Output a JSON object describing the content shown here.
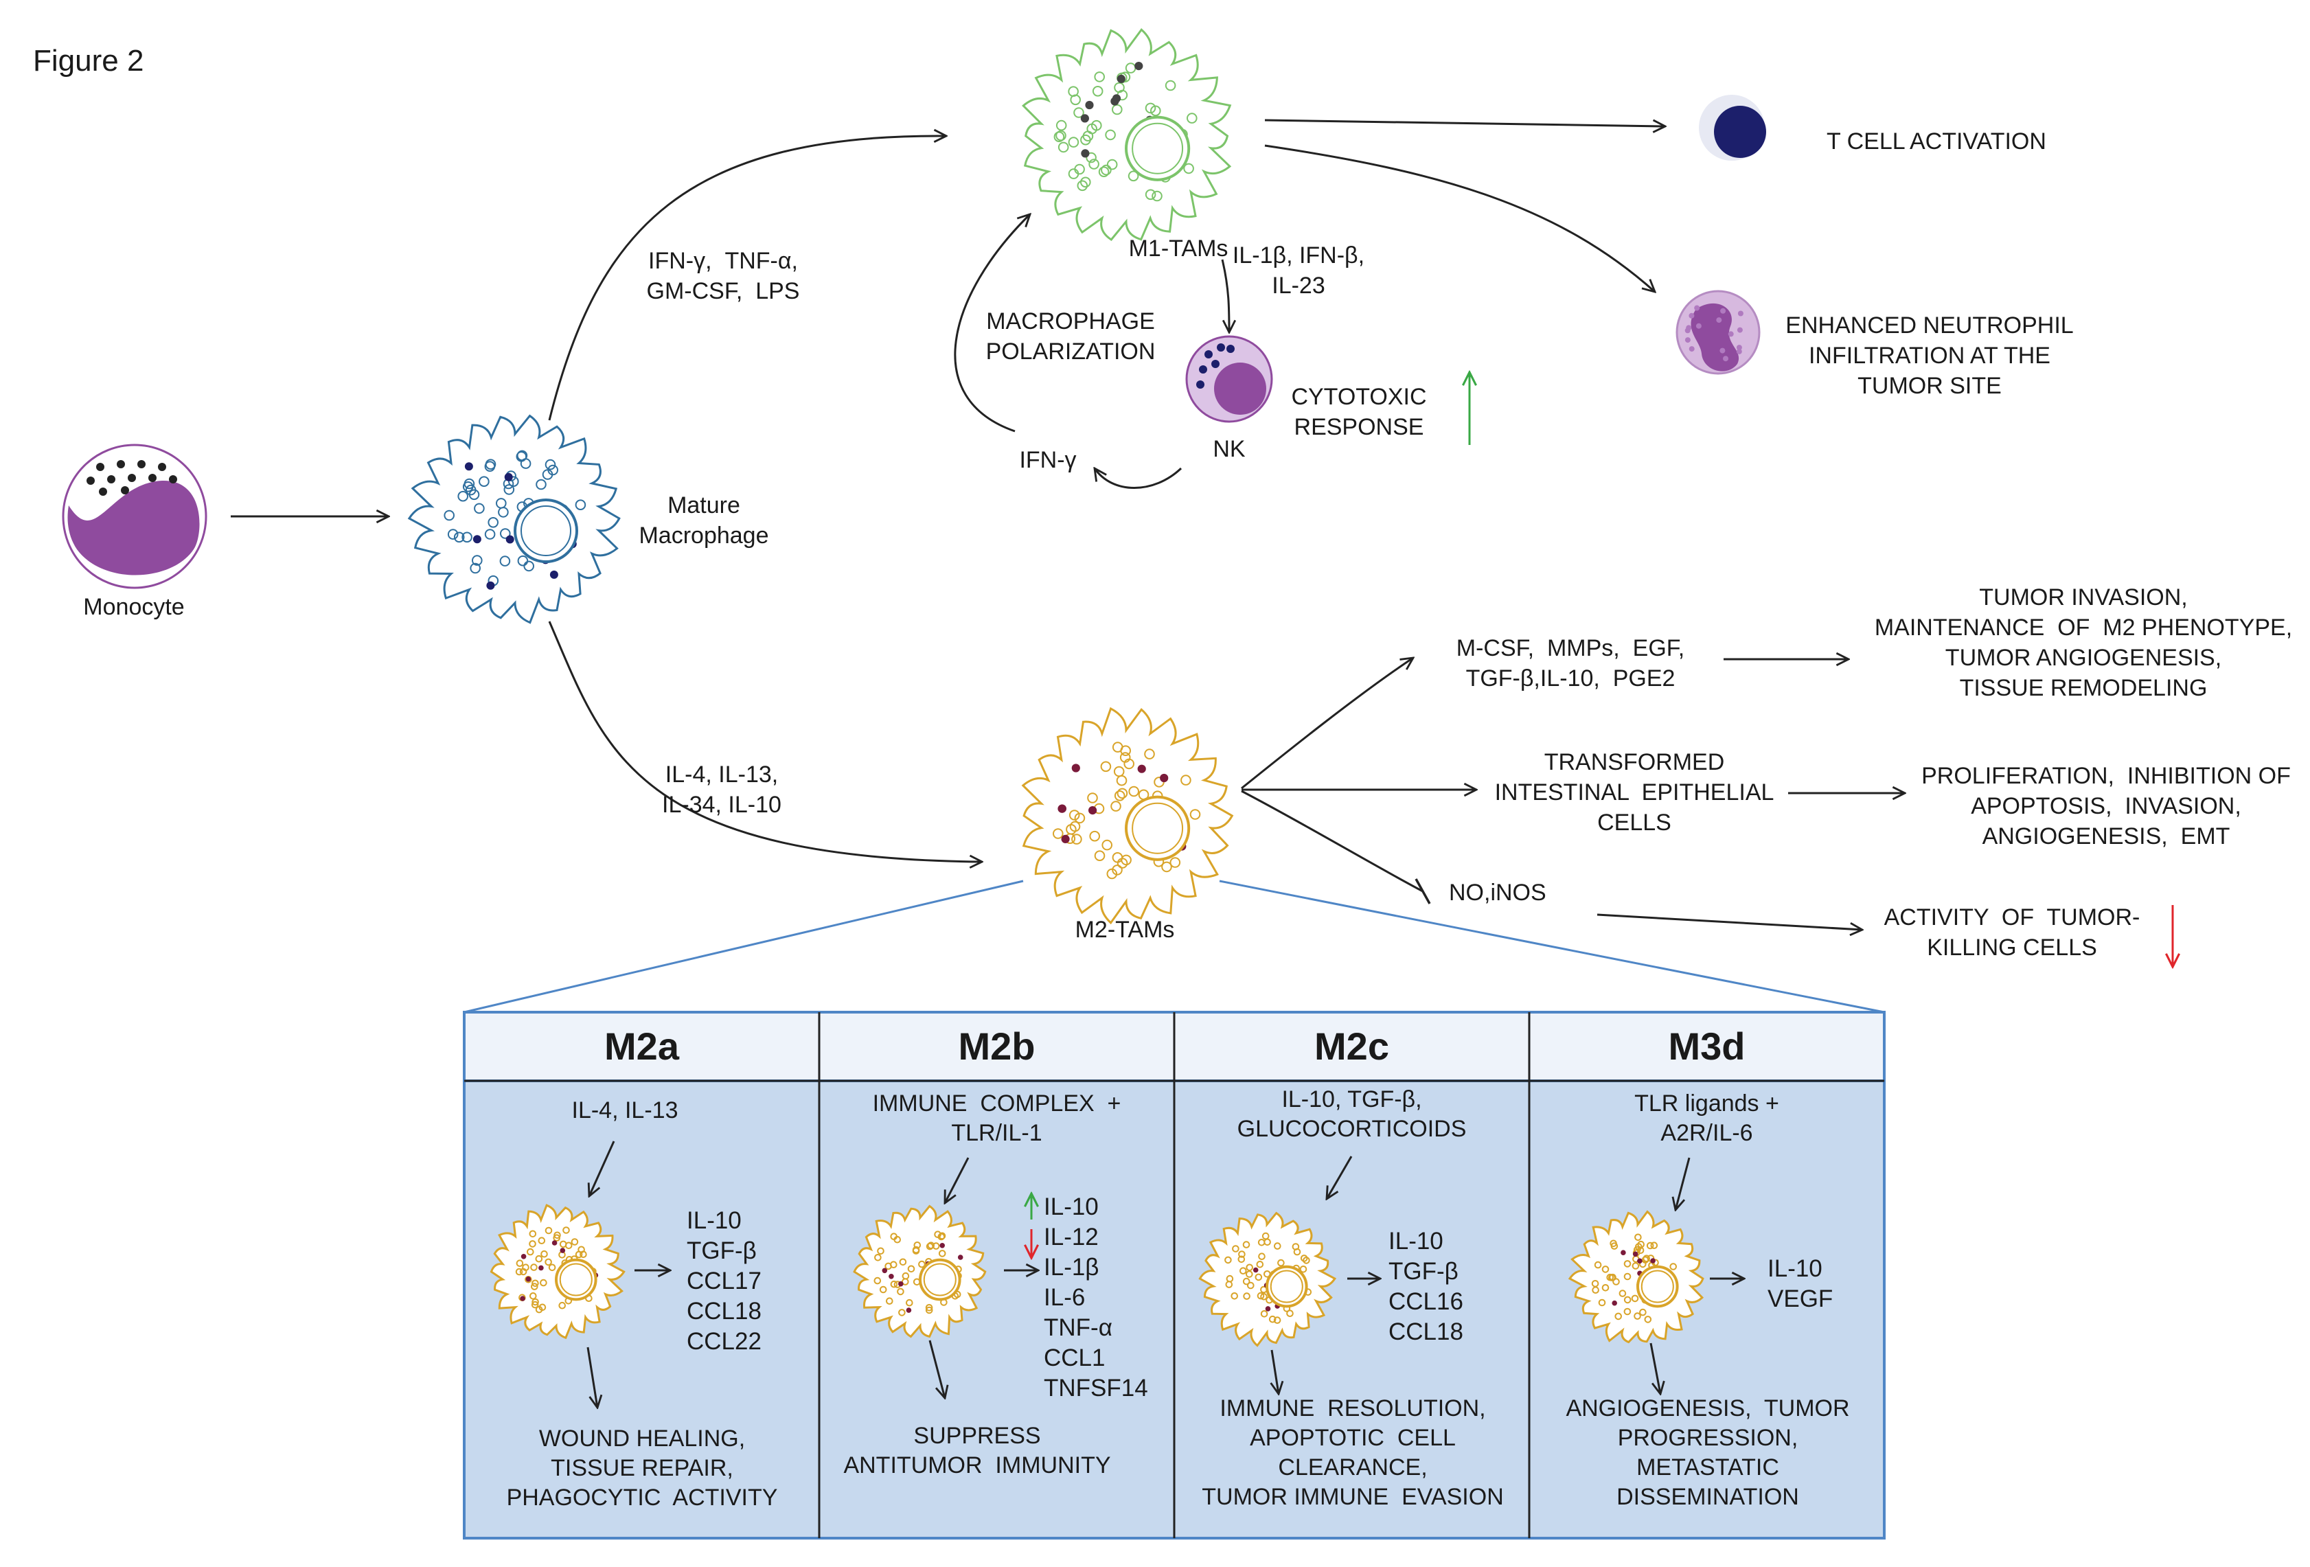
{
  "figure_label": "Figure 2",
  "cells": {
    "monocyte": "Monocyte",
    "mature_macrophage": "Mature\nMacrophage",
    "m1": "M1-TAMs",
    "m2": "M2-TAMs",
    "nk": "NK"
  },
  "stimuli": {
    "m1_inducers": "IFN-γ,  TNF-α,\nGM-CSF,  LPS",
    "m2_inducers": "IL-4, IL-13,\nIL-34, IL-10",
    "m1_cytokines": "IL-1β, IFN-β,\nIL-23",
    "ifn_gamma": "IFN-γ",
    "macrophage_polarization": "MACROPHAGE\nPOLARIZATION",
    "cytotoxic_response": "CYTOTOXIC\nRESPONSE"
  },
  "m1_outcomes": {
    "t_cell": "T CELL ACTIVATION",
    "neutrophil": "ENHANCED NEUTROPHIL\nINFILTRATION AT THE\nTUMOR SITE"
  },
  "m2_pathways": {
    "secreted": "M-CSF,  MMPs,  EGF,\nTGF-β,IL-10,  PGE2",
    "secreted_effects": "TUMOR INVASION,\nMAINTENANCE  OF  M2 PHENOTYPE,\nTUMOR ANGIOGENESIS,\nTISSUE REMODELING",
    "epithelial": "TRANSFORMED\nINTESTINAL  EPITHELIAL\nCELLS",
    "epithelial_effects": "PROLIFERATION,  INHIBITION OF\nAPOPTOSIS,  INVASION,\nANGIOGENESIS,  EMT",
    "no_inos": "NO,iNOS",
    "killing_effects": "ACTIVITY  OF  TUMOR-\nKILLING CELLS"
  },
  "subtypes": [
    {
      "name": "M2a",
      "stimulus": "IL-4, IL-13",
      "markers": "IL-10\nTGF-β\nCCL17\nCCL18\nCCL22",
      "function": "WOUND HEALING,\nTISSUE REPAIR,\nPHAGOCYTIC  ACTIVITY"
    },
    {
      "name": "M2b",
      "stimulus": "IMMUNE  COMPLEX  +\nTLR/IL-1",
      "markers": "IL-10\nIL-12\nIL-1β\nIL-6\nTNF-α\nCCL1\nTNFSF14",
      "function": "SUPPRESS\nANTITUMOR  IMMUNITY"
    },
    {
      "name": "M2c",
      "stimulus": "IL-10, TGF-β,\nGLUCOCORTICOIDS",
      "markers": "IL-10\nTGF-β\nCCL16\nCCL18",
      "function": "IMMUNE  RESOLUTION,\nAPOPTOTIC  CELL\nCLEARANCE,\nTUMOR IMMUNE  EVASION"
    },
    {
      "name": "M3d",
      "stimulus": "TLR ligands +\nA2R/IL-6",
      "markers": "IL-10\nVEGF",
      "function": "ANGIOGENESIS,  TUMOR\nPROGRESSION,\nMETASTATIC\nDISSEMINATION"
    }
  ],
  "colors": {
    "m1": "#7cc46a",
    "m2": "#d9a429",
    "mature": "#2f6f9e",
    "purple": "#8f4b9e",
    "navy": "#1c1f6b",
    "up_arrow": "#3aa845",
    "down_arrow": "#e0262b",
    "panel_bg": "#c7d9ee",
    "panel_head_bg": "#eef3fa",
    "panel_border": "#4f86c6"
  }
}
